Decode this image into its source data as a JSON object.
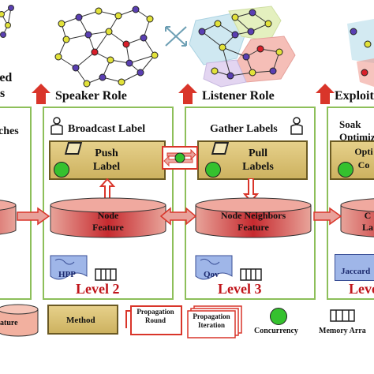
{
  "roles": {
    "left_partial": "ted",
    "left_partial_2": "s",
    "speaker": "Speaker Role",
    "listener": "Listener Role",
    "exploit": "Exploit"
  },
  "panels": {
    "left": {
      "title_partial": "ches"
    },
    "speaker": {
      "title": "Broadcast Label",
      "method_line1": "Push",
      "method_line2": "Label",
      "cyl_line1": "Node",
      "cyl_line2": "Feature",
      "tool": "HPP",
      "level": "Level 2"
    },
    "listener": {
      "title": "Gather Labels",
      "method_line1": "Pull",
      "method_line2": "Labels",
      "cyl_line1": "Node Neighbors",
      "cyl_line2": "Feature",
      "tool": "Qov",
      "level": "Level 3"
    },
    "exploit": {
      "title_line1": "Soak",
      "title_line2": "Optimiz",
      "method_line1": "Opti",
      "method_line2": "Co",
      "cyl_line1": "C",
      "cyl_line2": "La",
      "tool": "Jaccard",
      "level": "Level"
    }
  },
  "legend": {
    "feature": "ature",
    "method": "Method",
    "propagation_round_1": "Propagation",
    "propagation_round_2": "Round",
    "propagation_iter_1": "Propagation",
    "propagation_iter_2": "Iteration",
    "concurrency": "Concurrency",
    "memory": "Memory Arra"
  },
  "colors": {
    "panel_border": "#8dbf5a",
    "level_red": "#c0151b",
    "arrow_red": "#d9352a",
    "method_gold": "#d9bf72",
    "concurrency_green": "#35c12e",
    "node_yellow": "#e2e23a",
    "node_purple": "#5a3fb2",
    "node_red": "#d81f2a"
  }
}
